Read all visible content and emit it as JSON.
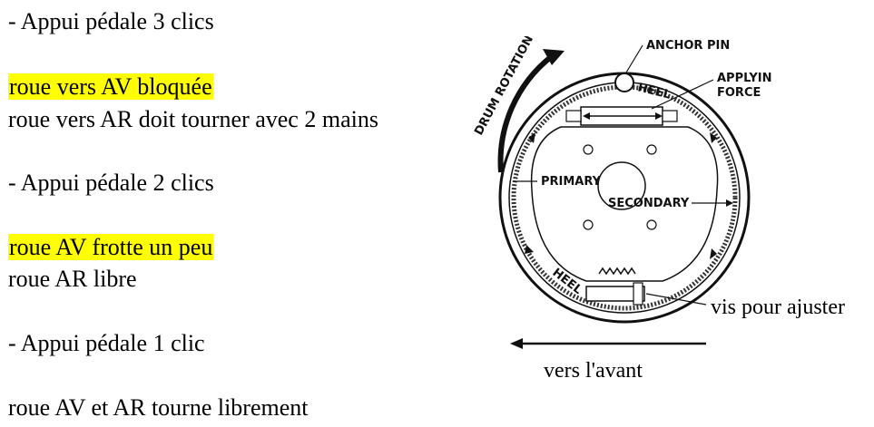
{
  "notes": {
    "step3_title": "- Appui pédale 3 clics",
    "step3_front": "roue vers AV bloquée",
    "step3_rear": "roue vers AR doit tourner avec 2 mains",
    "step2_title": "- Appui pédale 2 clics",
    "step2_front": "roue AV frotte un peu",
    "step2_rear": "roue AR libre",
    "step1_title": "- Appui pédale 1 clic",
    "step1_both": "roue AV et AR tourne librement"
  },
  "highlight_color": "#ffff00",
  "diagram": {
    "labels": {
      "anchor_pin": "ANCHOR PIN",
      "applying": "APPLYING",
      "force": "FORCE",
      "drum_rotation": "DRUM ROTATION",
      "heel_top": "HEEL",
      "heel_bottom": "HEEL",
      "primary": "PRIMARY",
      "secondary": "SECONDARY"
    },
    "annotations": {
      "adjuster": "vis pour ajuster",
      "forward": "vers l'avant"
    }
  }
}
